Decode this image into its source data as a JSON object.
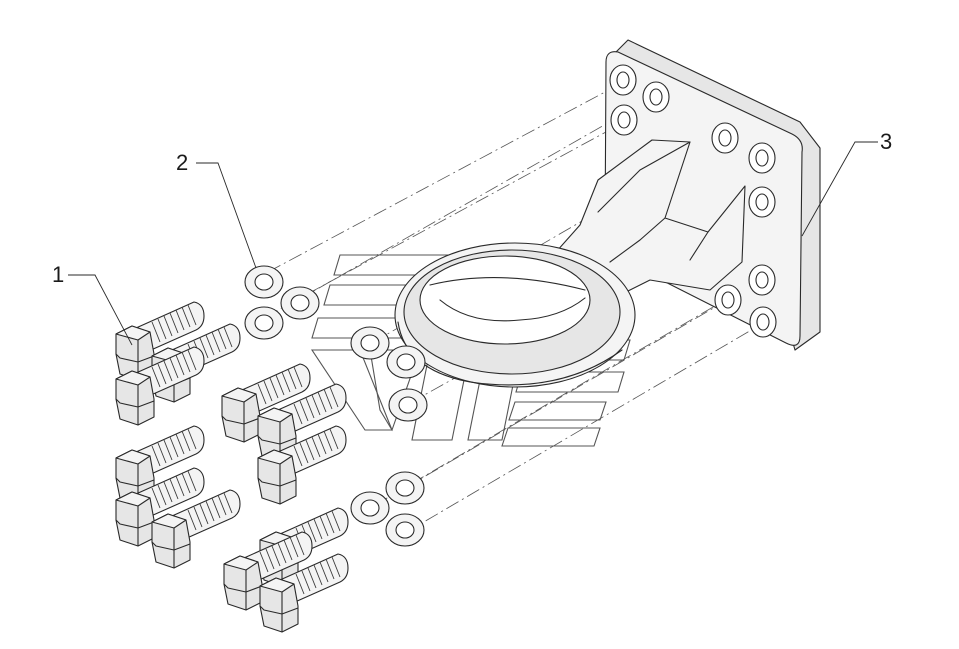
{
  "callouts": [
    {
      "id": "1",
      "label": "1"
    },
    {
      "id": "2",
      "label": "2"
    },
    {
      "id": "3",
      "label": "3"
    }
  ],
  "colors": {
    "background": "#ffffff",
    "line": "#2a2a2a",
    "fill_light": "#f4f4f4",
    "fill_shade": "#e6e6e6"
  }
}
